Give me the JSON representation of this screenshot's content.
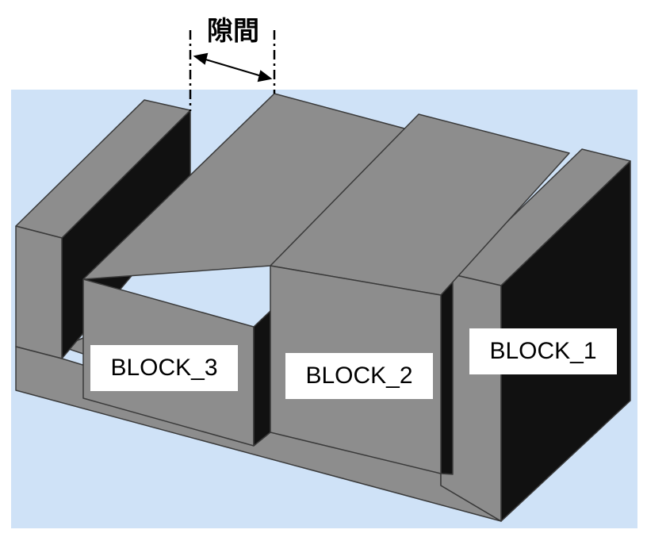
{
  "diagram": {
    "gap_label": "隙間",
    "blocks": [
      {
        "id": "block-1",
        "label": "BLOCK_1"
      },
      {
        "id": "block-2",
        "label": "BLOCK_2"
      },
      {
        "id": "block-3",
        "label": "BLOCK_3"
      }
    ],
    "colors": {
      "background": "#cfe2f7",
      "face_light": "#8d8d8d",
      "face_dark": "#111111",
      "edge": "#3a3a3a"
    }
  }
}
